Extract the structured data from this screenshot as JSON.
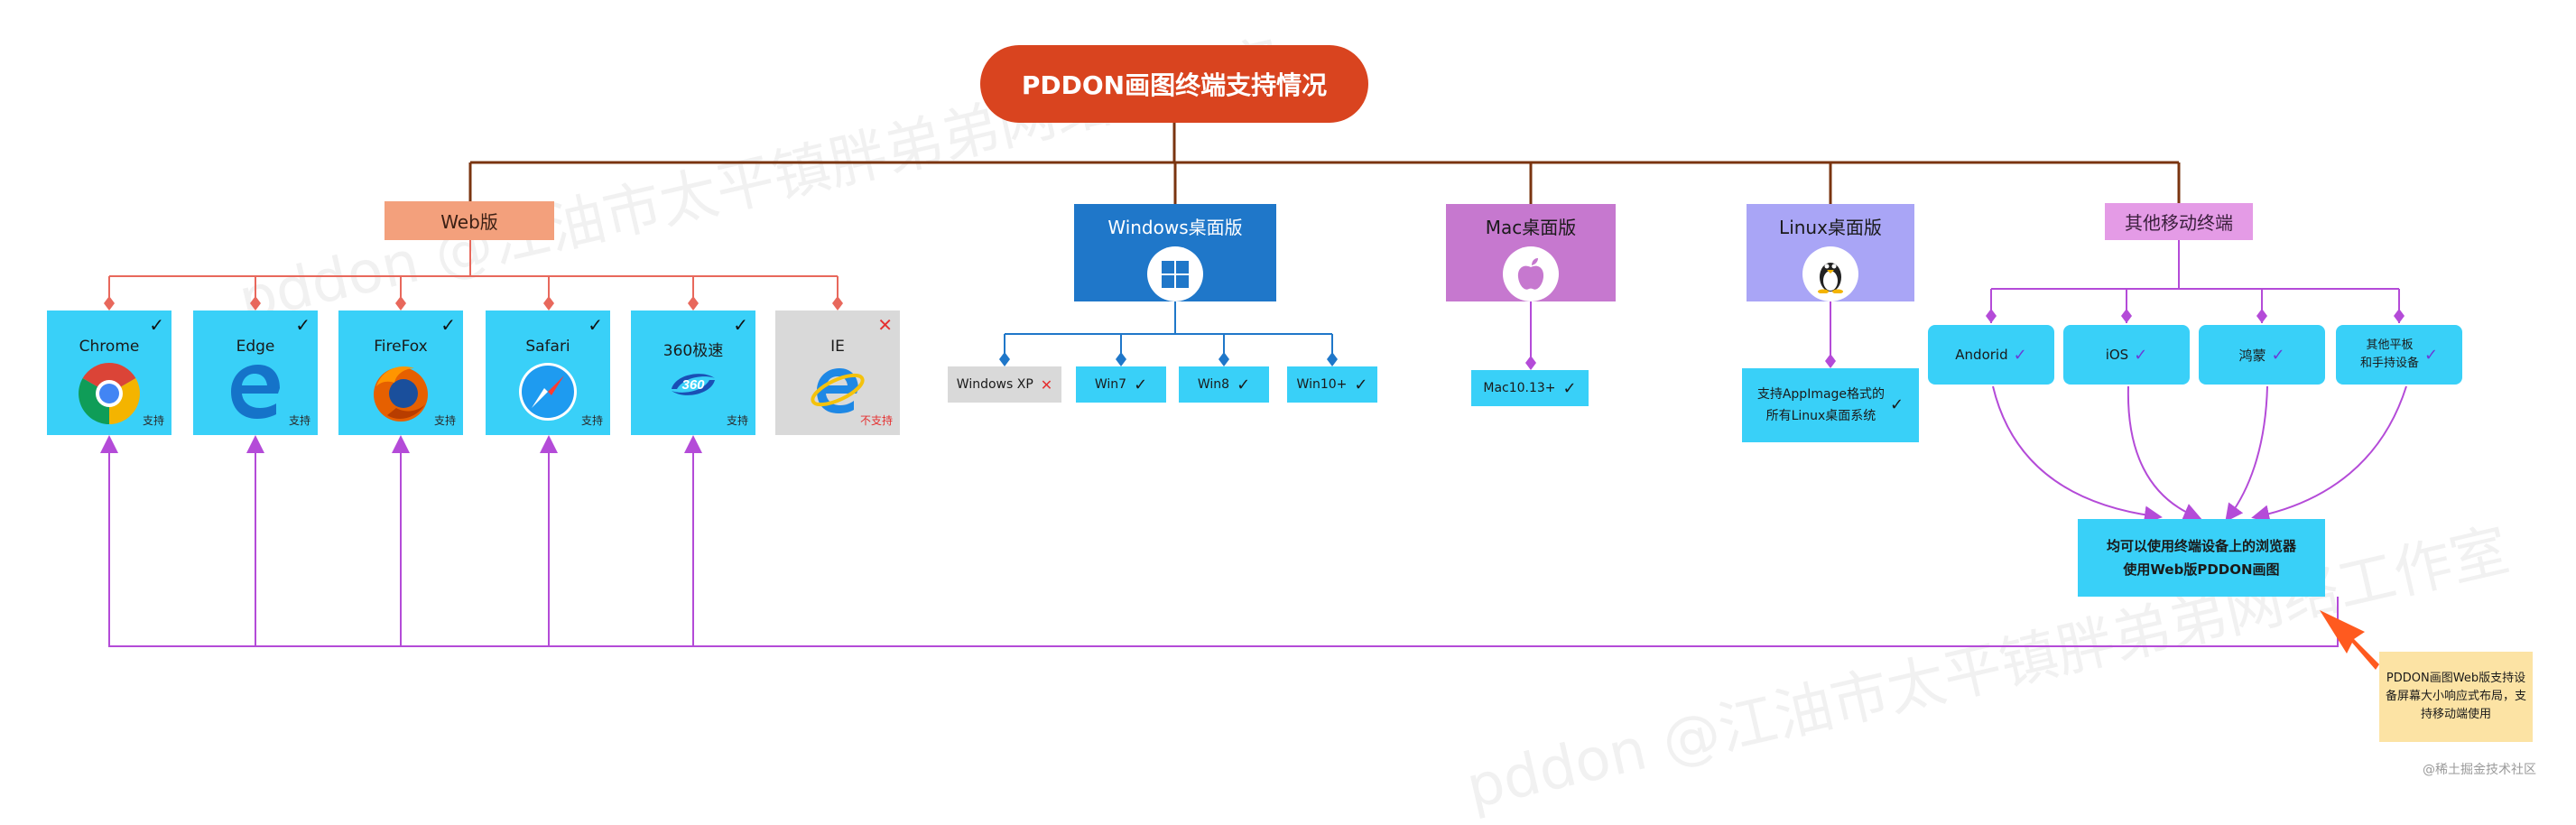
{
  "title": "PDDON画图终端支持情况",
  "web": {
    "header": "Web版",
    "browsers": [
      {
        "name": "Chrome",
        "status": "支持",
        "mark": "✓"
      },
      {
        "name": "Edge",
        "status": "支持",
        "mark": "✓"
      },
      {
        "name": "FireFox",
        "status": "支持",
        "mark": "✓"
      },
      {
        "name": "Safari",
        "status": "支持",
        "mark": "✓"
      },
      {
        "name": "360极速",
        "status": "支持",
        "mark": "✓"
      },
      {
        "name": "IE",
        "status": "不支持",
        "mark": "✕"
      }
    ]
  },
  "windows": {
    "header": "Windows桌面版",
    "versions": [
      {
        "label": "Windows XP",
        "mark": "✕"
      },
      {
        "label": "Win7",
        "mark": "✓"
      },
      {
        "label": "Win8",
        "mark": "✓"
      },
      {
        "label": "Win10+",
        "mark": "✓"
      }
    ]
  },
  "mac": {
    "header": "Mac桌面版",
    "version": "Mac10.13+",
    "mark": "✓"
  },
  "linux": {
    "header": "Linux桌面版",
    "line1": "支持AppImage格式的",
    "line2": "所有Linux桌面系统",
    "mark": "✓"
  },
  "mobile": {
    "header": "其他移动终端",
    "items": [
      {
        "label": "Andorid",
        "mark": "✓"
      },
      {
        "label": "iOS",
        "mark": "✓"
      },
      {
        "label": "鸿蒙",
        "mark": "✓"
      },
      {
        "label": "其他平板\n和手持设备",
        "mark": "✓"
      }
    ],
    "note_line1": "均可以使用终端设备上的浏览器",
    "note_line2": "使用Web版PDDON画图"
  },
  "sticky": "PDDON画图Web版支持设备屏幕大小响应式布局，支持移动端使用",
  "watermarks": [
    "pddon @江油市太平镇胖弟弟网络工作室",
    "pddon @江油市太平镇胖弟弟网络工作室"
  ],
  "credit": "@稀土掘金技术社区",
  "colors": {
    "title": "#d9441f",
    "trunk": "#7a3410",
    "web": "#f3a07c",
    "windows": "#1f77c9",
    "mac": "#c678cf",
    "linux": "#a9a5f6",
    "mobile": "#e49be6",
    "leaf": "#39d0f8",
    "unsupported": "#d9d9d9",
    "support_arrow": "#b44bd8",
    "highlight_arrow": "#ff5a1f"
  }
}
